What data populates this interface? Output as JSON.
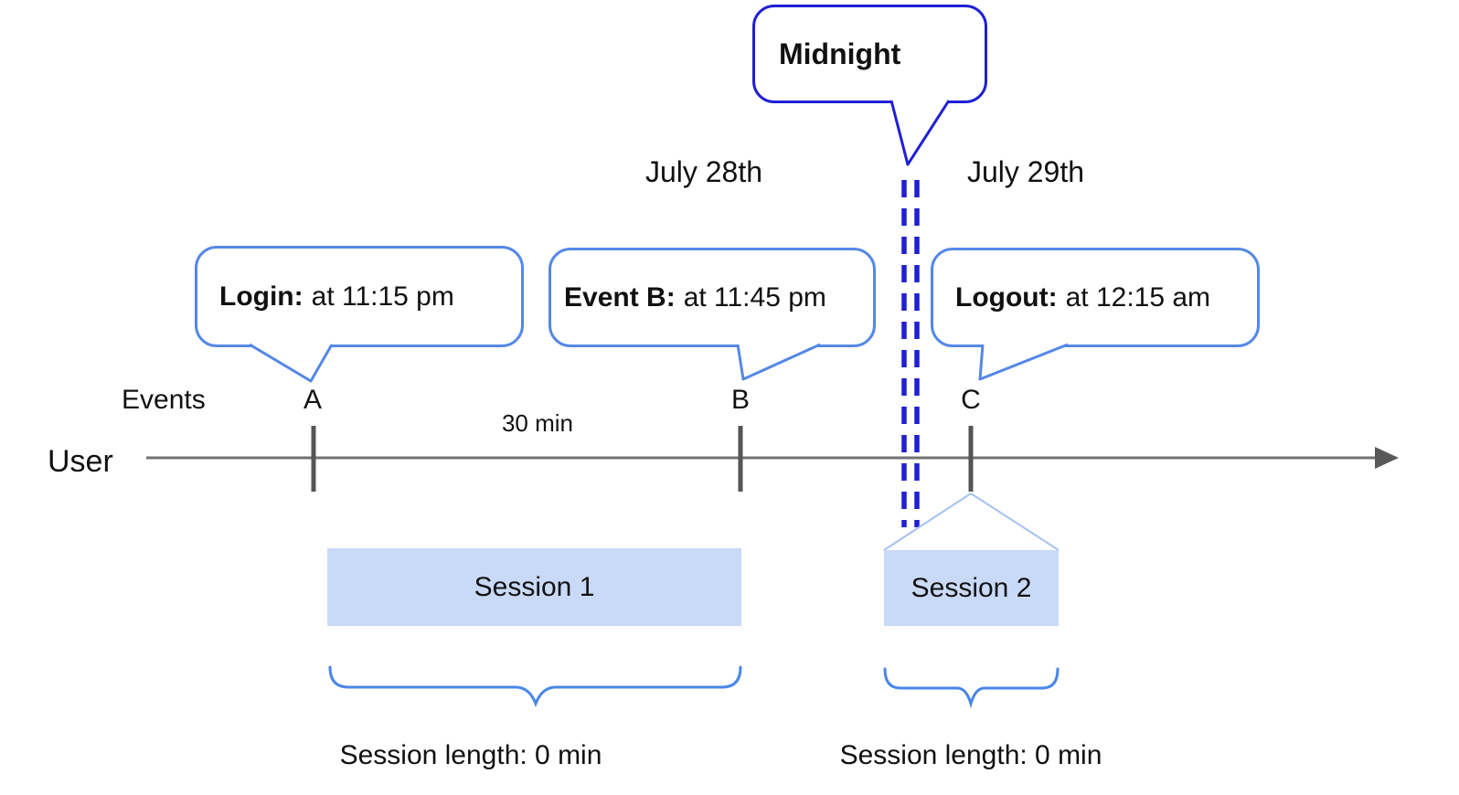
{
  "diagram": {
    "midnight": {
      "label": "Midnight"
    },
    "dates": {
      "before": "July 28th",
      "after": "July 29th"
    },
    "callouts": [
      {
        "title": "Login:",
        "detail": "at 11:15 pm"
      },
      {
        "title": "Event B:",
        "detail": "at 11:45 pm"
      },
      {
        "title": "Logout:",
        "detail": "at 12:15 am"
      }
    ],
    "axis": {
      "events_label": "Events",
      "user_label": "User",
      "interval_label": "30 min",
      "markers": [
        "A",
        "B",
        "C"
      ]
    },
    "sessions": [
      {
        "label": "Session 1",
        "length": "Session length: 0 min"
      },
      {
        "label": "Session 2",
        "length": "Session length: 0 min"
      }
    ],
    "colors": {
      "midnight_border": "#1f1fd6",
      "dashed_line": "#1f1fd6",
      "callout_border": "#5488e8",
      "brace": "#4a86e8",
      "funnel_line": "#a4c2f4",
      "session_fill": "#c9daf8",
      "axis_line": "#717171",
      "tick": "#555555"
    }
  }
}
